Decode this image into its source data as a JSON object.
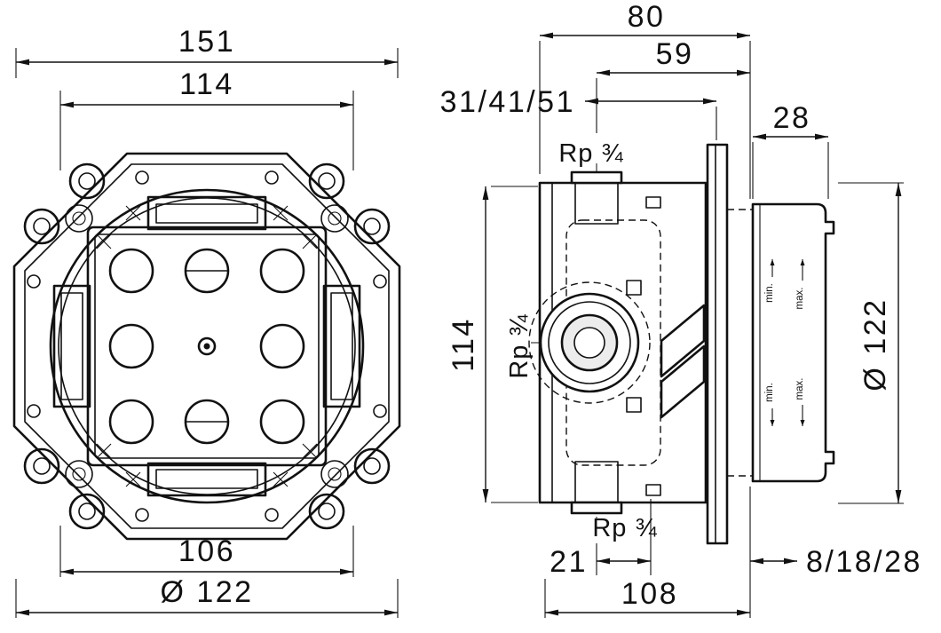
{
  "drawing": {
    "type": "technical-installation-diagram",
    "front_view": {
      "dims": {
        "overall_width": "151",
        "inner_width": "114",
        "lower_width": "106",
        "body_diameter": "Ø 122"
      }
    },
    "side_view": {
      "dims": {
        "overall_depth": "80",
        "inner_depth": "59",
        "install_depth_range": "31/41/51",
        "cover_width": "28",
        "inner_height": "114",
        "body_diameter": "Ø 122",
        "port_offset": "21",
        "extension_range": "8/18/28",
        "overall_length": "108"
      },
      "threads": {
        "top": "Rp ¾",
        "middle": "Rp ¾",
        "bottom": "Rp ¾"
      },
      "marks": {
        "min_upper": "min.",
        "max_upper": "max.",
        "min_lower": "min.",
        "max_lower": "max."
      }
    },
    "colors": {
      "line": "#111111",
      "background": "#ffffff"
    }
  }
}
